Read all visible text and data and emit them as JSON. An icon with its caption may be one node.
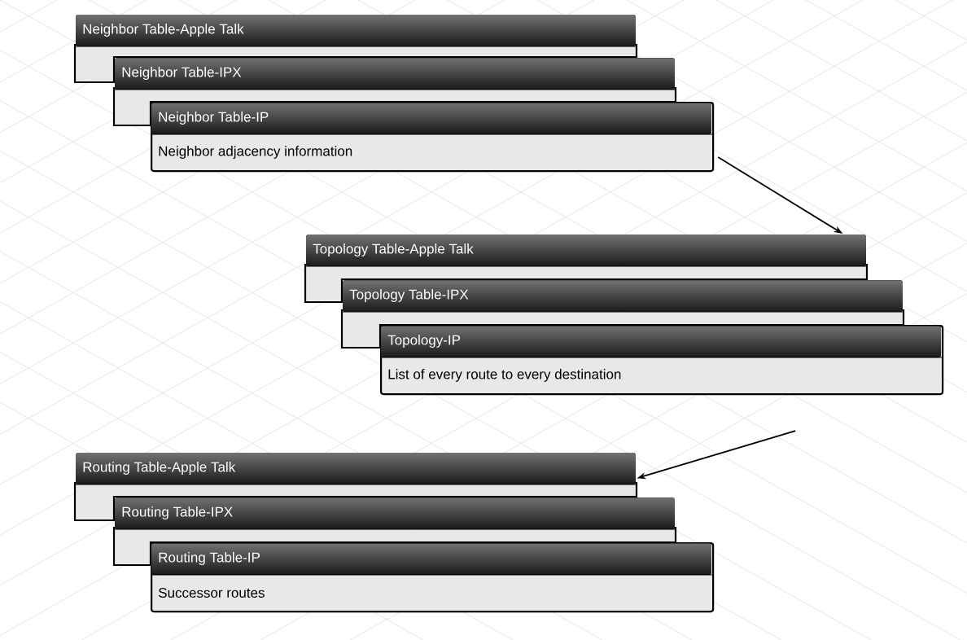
{
  "diagram": {
    "nodes": [
      {
        "text": [
          "Neighbor Table-Apple Talk"
        ]
      },
      {
        "text": [
          "Neighbor Table-IPX"
        ]
      },
      {
        "text": [
          "Neighbor Table-IP",
          "Neighbor adjacency information"
        ]
      },
      {
        "text": [
          "Topology Table-Apple Talk"
        ]
      },
      {
        "text": [
          "Topology Table-IPX"
        ]
      },
      {
        "text": [
          "Topology-IP",
          "List of every route to every destination"
        ]
      },
      {
        "text": [
          "Routing Table-Apple Talk"
        ]
      },
      {
        "text": [
          "Routing Table-IPX"
        ]
      },
      {
        "text": [
          "Routing Table-IP",
          "Successor routes"
        ]
      }
    ],
    "edges": [
      {
        "from": 2,
        "to": 3,
        "arrow": "to"
      },
      {
        "from": 5,
        "to": 6,
        "arrow": "to"
      }
    ]
  }
}
